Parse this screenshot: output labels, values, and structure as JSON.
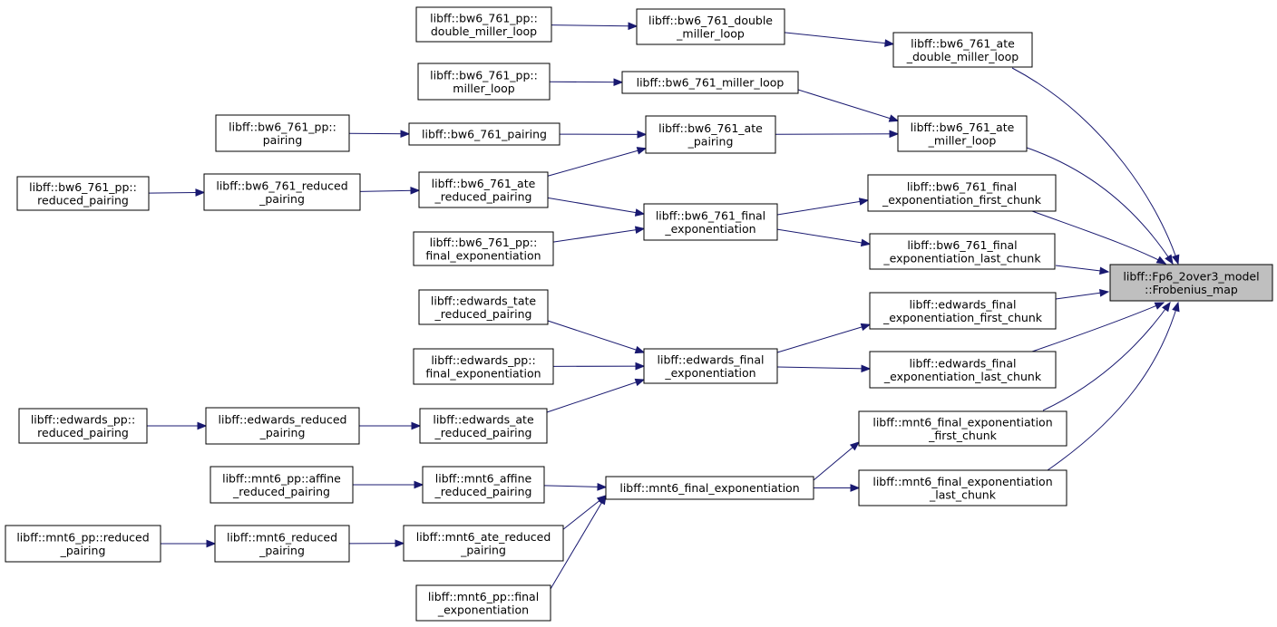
{
  "diagram": {
    "root": "root",
    "colors": {
      "edge": "#191970",
      "node_border": "#000000",
      "node_fill": "#ffffff",
      "root_fill": "#bfbfbf"
    },
    "nodes": [
      {
        "id": "root",
        "lines": [
          "libff::Fp6_2over3_model",
          "::Frobenius_map"
        ]
      },
      {
        "id": "n_ate_dml",
        "lines": [
          "libff::bw6_761_ate",
          "_double_miller_loop"
        ]
      },
      {
        "id": "n_ate_ml",
        "lines": [
          "libff::bw6_761_ate",
          "_miller_loop"
        ]
      },
      {
        "id": "n_bw_fefc",
        "lines": [
          "libff::bw6_761_final",
          "_exponentiation_first_chunk"
        ]
      },
      {
        "id": "n_bw_felc",
        "lines": [
          "libff::bw6_761_final",
          "_exponentiation_last_chunk"
        ]
      },
      {
        "id": "n_ed_fefc",
        "lines": [
          "libff::edwards_final",
          "_exponentiation_first_chunk"
        ]
      },
      {
        "id": "n_ed_felc",
        "lines": [
          "libff::edwards_final",
          "_exponentiation_last_chunk"
        ]
      },
      {
        "id": "n_mnt_fefc",
        "lines": [
          "libff::mnt6_final_exponentiation",
          "_first_chunk"
        ]
      },
      {
        "id": "n_mnt_felc",
        "lines": [
          "libff::mnt6_final_exponentiation",
          "_last_chunk"
        ]
      },
      {
        "id": "n_bw_dml",
        "lines": [
          "libff::bw6_761_double",
          "_miller_loop"
        ]
      },
      {
        "id": "n_bw_ml",
        "lines": [
          "libff::bw6_761_miller_loop"
        ]
      },
      {
        "id": "n_bw_atep",
        "lines": [
          "libff::bw6_761_ate",
          "_pairing"
        ]
      },
      {
        "id": "n_bw_fe",
        "lines": [
          "libff::bw6_761_final",
          "_exponentiation"
        ]
      },
      {
        "id": "n_ed_fe",
        "lines": [
          "libff::edwards_final",
          "_exponentiation"
        ]
      },
      {
        "id": "n_mnt_fe",
        "lines": [
          "libff::mnt6_final_exponentiation"
        ]
      },
      {
        "id": "n_pp_dml",
        "lines": [
          "libff::bw6_761_pp::",
          "double_miller_loop"
        ]
      },
      {
        "id": "n_pp_ml",
        "lines": [
          "libff::bw6_761_pp::",
          "miller_loop"
        ]
      },
      {
        "id": "n_bw_pair",
        "lines": [
          "libff::bw6_761_pairing"
        ]
      },
      {
        "id": "n_bw_aterp",
        "lines": [
          "libff::bw6_761_ate",
          "_reduced_pairing"
        ]
      },
      {
        "id": "n_bwpp_fe",
        "lines": [
          "libff::bw6_761_pp::",
          "final_exponentiation"
        ]
      },
      {
        "id": "n_ed_tate",
        "lines": [
          "libff::edwards_tate",
          "_reduced_pairing"
        ]
      },
      {
        "id": "n_edpp_fe",
        "lines": [
          "libff::edwards_pp::",
          "final_exponentiation"
        ]
      },
      {
        "id": "n_ed_aterp",
        "lines": [
          "libff::edwards_ate",
          "_reduced_pairing"
        ]
      },
      {
        "id": "n_mnt_affrp",
        "lines": [
          "libff::mnt6_affine",
          "_reduced_pairing"
        ]
      },
      {
        "id": "n_mnt_aterp",
        "lines": [
          "libff::mnt6_ate_reduced",
          "_pairing"
        ]
      },
      {
        "id": "n_mntpp_fe",
        "lines": [
          "libff::mnt6_pp::final",
          "_exponentiation"
        ]
      },
      {
        "id": "n_bwpp_pair",
        "lines": [
          "libff::bw6_761_pp::",
          "pairing"
        ]
      },
      {
        "id": "n_bw_redp",
        "lines": [
          "libff::bw6_761_reduced",
          "_pairing"
        ]
      },
      {
        "id": "n_ed_redp",
        "lines": [
          "libff::edwards_reduced",
          "_pairing"
        ]
      },
      {
        "id": "n_mnt_redp",
        "lines": [
          "libff::mnt6_reduced",
          "_pairing"
        ]
      },
      {
        "id": "n_mntpp_affrp",
        "lines": [
          "libff::mnt6_pp::affine",
          "_reduced_pairing"
        ]
      },
      {
        "id": "n_bwpp_redp",
        "lines": [
          "libff::bw6_761_pp::",
          "reduced_pairing"
        ]
      },
      {
        "id": "n_edpp_redp",
        "lines": [
          "libff::edwards_pp::",
          "reduced_pairing"
        ]
      },
      {
        "id": "n_mntpp_redp",
        "lines": [
          "libff::mnt6_pp::reduced",
          "_pairing"
        ]
      }
    ],
    "edges": [
      [
        "n_ate_dml",
        "root"
      ],
      [
        "n_ate_ml",
        "root"
      ],
      [
        "n_bw_fefc",
        "root"
      ],
      [
        "n_bw_felc",
        "root"
      ],
      [
        "n_ed_fefc",
        "root"
      ],
      [
        "n_ed_felc",
        "root"
      ],
      [
        "n_mnt_fefc",
        "root"
      ],
      [
        "n_mnt_felc",
        "root"
      ],
      [
        "n_bw_dml",
        "n_ate_dml"
      ],
      [
        "n_pp_dml",
        "n_bw_dml"
      ],
      [
        "n_bw_ml",
        "n_ate_ml"
      ],
      [
        "n_bw_atep",
        "n_ate_ml"
      ],
      [
        "n_pp_ml",
        "n_bw_ml"
      ],
      [
        "n_bw_pair",
        "n_bw_atep"
      ],
      [
        "n_bw_aterp",
        "n_bw_atep"
      ],
      [
        "n_bwpp_pair",
        "n_bw_pair"
      ],
      [
        "n_bw_redp",
        "n_bw_aterp"
      ],
      [
        "n_bwpp_redp",
        "n_bw_redp"
      ],
      [
        "n_bw_fe",
        "n_bw_fefc"
      ],
      [
        "n_bw_fe",
        "n_bw_felc"
      ],
      [
        "n_bw_aterp",
        "n_bw_fe"
      ],
      [
        "n_bwpp_fe",
        "n_bw_fe"
      ],
      [
        "n_ed_fe",
        "n_ed_fefc"
      ],
      [
        "n_ed_fe",
        "n_ed_felc"
      ],
      [
        "n_ed_tate",
        "n_ed_fe"
      ],
      [
        "n_edpp_fe",
        "n_ed_fe"
      ],
      [
        "n_ed_aterp",
        "n_ed_fe"
      ],
      [
        "n_ed_redp",
        "n_ed_aterp"
      ],
      [
        "n_edpp_redp",
        "n_ed_redp"
      ],
      [
        "n_mnt_fe",
        "n_mnt_fefc"
      ],
      [
        "n_mnt_fe",
        "n_mnt_felc"
      ],
      [
        "n_mnt_affrp",
        "n_mnt_fe"
      ],
      [
        "n_mnt_aterp",
        "n_mnt_fe"
      ],
      [
        "n_mntpp_fe",
        "n_mnt_fe"
      ],
      [
        "n_mntpp_affrp",
        "n_mnt_affrp"
      ],
      [
        "n_mnt_redp",
        "n_mnt_aterp"
      ],
      [
        "n_mntpp_redp",
        "n_mnt_redp"
      ]
    ]
  }
}
